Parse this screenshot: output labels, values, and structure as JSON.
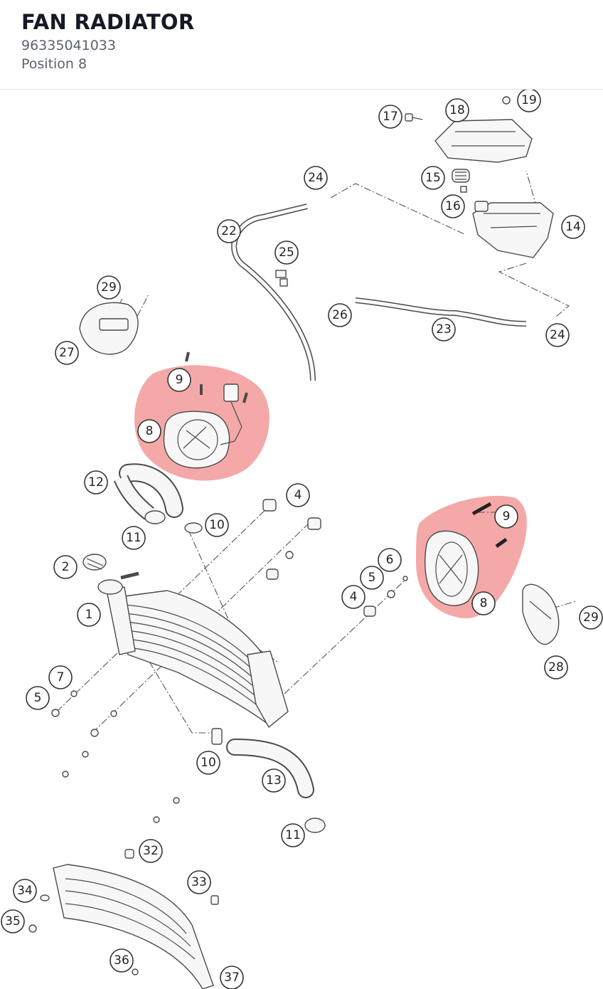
{
  "header": {
    "title": "FAN RADIATOR",
    "part_number": "96335041033",
    "position": "Position 8"
  },
  "colors": {
    "highlight": "#f28b8b",
    "line": "#4a4a4a",
    "title": "#151a26",
    "subtitle": "#5b6270"
  },
  "callouts": {
    "c17": "17",
    "c18": "18",
    "c19": "19",
    "c24a": "24",
    "c15": "15",
    "c16": "16",
    "c14": "14",
    "c22": "22",
    "c25": "25",
    "c29a": "29",
    "c26": "26",
    "c23": "23",
    "c24b": "24",
    "c27": "27",
    "c9a": "9",
    "c8a": "8",
    "c12": "12",
    "c4a": "4",
    "c11a": "11",
    "c10a": "10",
    "c9b": "9",
    "c6": "6",
    "c5a": "5",
    "c4b": "4",
    "c8b": "8",
    "c29b": "29",
    "c2": "2",
    "c1": "1",
    "c28": "28",
    "c7": "7",
    "c5b": "5",
    "c10b": "10",
    "c13": "13",
    "c11b": "11",
    "c32": "32",
    "c34": "34",
    "c33": "33",
    "c35": "35",
    "c36": "36",
    "c37": "37"
  },
  "highlighted_position": "8"
}
